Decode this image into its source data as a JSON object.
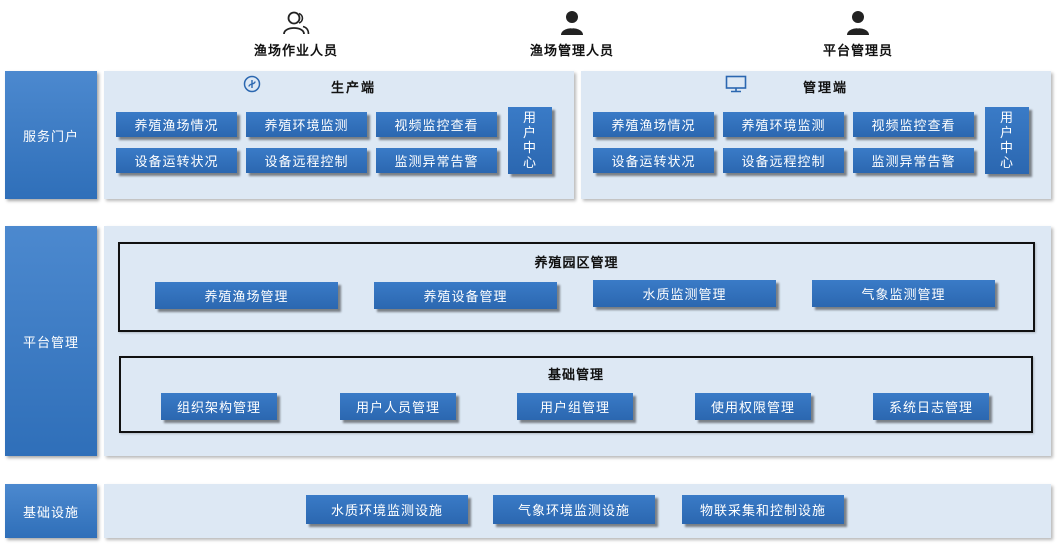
{
  "roles": [
    {
      "label": "渔场作业人员",
      "icon": "users-outline-icon"
    },
    {
      "label": "渔场管理人员",
      "icon": "user-solid-icon"
    },
    {
      "label": "平台管理员",
      "icon": "user-solid-icon"
    }
  ],
  "layers": {
    "service_portal": "服务门户",
    "platform_management": "平台管理",
    "infrastructure": "基础设施"
  },
  "production": {
    "title": "生产端",
    "icon": "mobile-app-icon",
    "buttons": [
      "养殖渔场情况",
      "养殖环境监测",
      "视频监控查看",
      "设备运转状况",
      "设备远程控制",
      "监测异常告警"
    ],
    "user_center": [
      "用",
      "户",
      "中",
      "心"
    ]
  },
  "management": {
    "title": "管理端",
    "icon": "monitor-icon",
    "buttons": [
      "养殖渔场情况",
      "养殖环境监测",
      "视频监控查看",
      "设备运转状况",
      "设备远程控制",
      "监测异常告警"
    ],
    "user_center": [
      "用",
      "户",
      "中",
      "心"
    ]
  },
  "park": {
    "title": "养殖园区管理",
    "buttons": [
      "养殖渔场管理",
      "养殖设备管理",
      "水质监测管理",
      "气象监测管理"
    ]
  },
  "basic": {
    "title": "基础管理",
    "buttons": [
      "组织架构管理",
      "用户人员管理",
      "用户组管理",
      "使用权限管理",
      "系统日志管理"
    ]
  },
  "infra": {
    "buttons": [
      "水质环境监测设施",
      "气象环境监测设施",
      "物联采集和控制设施"
    ]
  }
}
